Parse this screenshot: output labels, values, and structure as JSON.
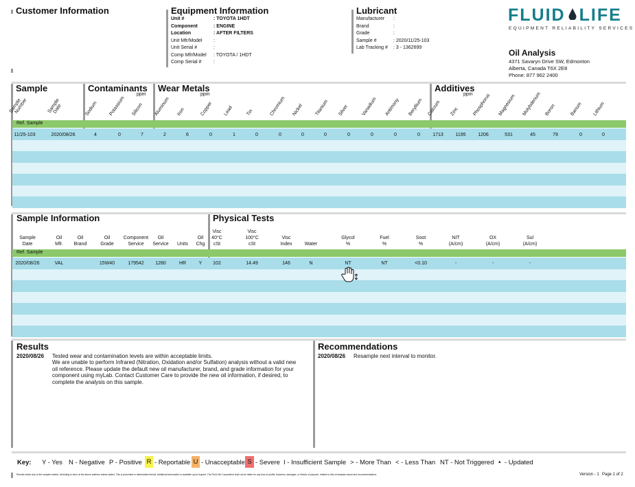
{
  "header": {
    "customer_title": "Customer Information",
    "equipment_title": "Equipment Information",
    "equipment_fields": [
      {
        "label": "Unit #",
        "value": ": TOYOTA 1HDT",
        "bold": true
      },
      {
        "label": "Component",
        "value": ": ENGINE",
        "bold": true
      },
      {
        "label": "Location",
        "value": ": AFTER FILTERS",
        "bold": true
      },
      {
        "label": "Unit Mfr/Model",
        "value": ":",
        "bold": false
      },
      {
        "label": "Unit Serial #",
        "value": ":",
        "bold": false
      },
      {
        "label": "Comp Mfr/Model",
        "value": ": TOYOTA / 1HDT",
        "bold": false
      },
      {
        "label": "Comp Serial #",
        "value": ":",
        "bold": false
      }
    ],
    "lubricant_title": "Lubricant",
    "lubricant_fields": [
      {
        "label": "Manufacturer",
        "value": ":"
      },
      {
        "label": "Brand",
        "value": ":"
      },
      {
        "label": "Grade",
        "value": ":"
      },
      {
        "label": "Sample #",
        "value": ": 2020/11/25-103"
      },
      {
        "label": "Lab Tracking #",
        "value": ": 3 - 1362699"
      }
    ],
    "logo_left": "FLUID",
    "logo_right": "LIFE",
    "logo_tagline": "EQUIPMENT RELIABILITY SERVICES",
    "report_title": "Oil Analysis",
    "address1": "4371 Savaryn Drive SW, Edmonton",
    "address2": "Alberta, Canada T6X 2E8",
    "phone": "Phone: 877 962 2400"
  },
  "sample_table": {
    "sections": [
      "Sample",
      "Contaminants",
      "Wear Metals",
      "Additives"
    ],
    "ppm": "ppm",
    "columns": [
      "Sample Number",
      "Sample Date",
      "Sodium",
      "Potassium",
      "Silicon",
      "Aluminum",
      "Iron",
      "Copper",
      "Lead",
      "Tin",
      "Chromium",
      "Nickel",
      "Titanium",
      "Silver",
      "Vanadium",
      "Antimony",
      "Beryllium",
      "Calcium",
      "Zinc",
      "Phosphorus",
      "Magnesium",
      "Molybdenum",
      "Boron",
      "Barium",
      "Lithium"
    ],
    "ref_label": "Ref. Sample",
    "row": [
      "11/25-103",
      "2020/08/26",
      "4",
      "0",
      "7",
      "2",
      "6",
      "0",
      "1",
      "0",
      "0",
      "0",
      "0",
      "0",
      "0",
      "0",
      "0",
      "1713",
      "1195",
      "1206",
      "531",
      "45",
      "79",
      "0",
      "0"
    ]
  },
  "sample_info": {
    "title": "Sample Information",
    "physical_title": "Physical Tests",
    "columns": [
      "Sample Date",
      "Oil Mfr.",
      "Oil Brand",
      "Oil Grade",
      "Component Service",
      "Oil Service",
      "Units",
      "Oil Chg",
      "Visc 40°C cSt",
      "Visc 100°C cSt",
      "Visc Index",
      "Water",
      "Glycol %",
      "Fuel %",
      "Soot %",
      "NIT (A/cm)",
      "OX (A/cm)",
      "Sul (A/cm)"
    ],
    "ref_label": "Ref. Sample",
    "row": [
      "2020/08/26",
      "VAL",
      "",
      "15W40",
      "179542",
      "1280",
      "HR",
      "Y",
      "102",
      "14.49",
      "146",
      "N",
      "NT",
      "NT",
      "<0.10",
      "-",
      "-",
      "-"
    ]
  },
  "results": {
    "title": "Results",
    "date": "2020/08/26",
    "line1": "Tested wear and contamination levels are within acceptable limits.",
    "para": "We are unable to perform Infrared (Nitration, Oxidation and/or Sulfation) analysis without a valid new oil reference. Please update the default new oil manufacturer, brand, and grade information for your component using myLab. Contact Customer Care to provide the new oil information, if desired, to complete the analysis on this sample."
  },
  "recommendations": {
    "title": "Recommendations",
    "date": "2020/08/26",
    "text": "Resample next interval to monitor."
  },
  "key": {
    "label": "Key:",
    "items": [
      "Y - Yes",
      "N - Negative",
      "P - Positive",
      "R",
      "- Reportable",
      "U",
      "- Unacceptable",
      "S",
      "- Severe",
      "I - Insufficient Sample",
      "> - More Than",
      "< - Less Than",
      "NT - Not Triggered",
      "- Updated"
    ]
  },
  "footer": {
    "disclaimer": "Results relate only to the samples tested, all testing is done at the above address unless stated. This is presented in abbreviated format. Additional information is available upon request. The Fluid Life Corporation shall not be liable for any loss of profits, business, damages, or fitness of purpose, related to this oil analysis report and recommendations.",
    "version": "Version - 1",
    "page": "Page 1 of 2"
  },
  "colors": {
    "brand": "#157d8a",
    "green": "#8cc96a",
    "band_dark": "#a8dde9",
    "band_light": "#dff3f8"
  }
}
